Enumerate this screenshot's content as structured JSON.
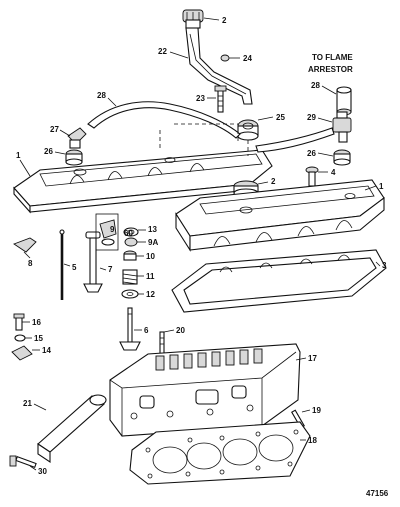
{
  "diagram": {
    "note_label": "TO FLAME ARRESTOR",
    "note_lines": [
      "TO FLAME",
      "ARRESTOR"
    ],
    "figure_number": "47156",
    "callouts": {
      "c1_left": "1",
      "c1_right": "1",
      "c2_top": "2",
      "c2_cap": "2",
      "c3": "3",
      "c4": "4",
      "c5": "5",
      "c6": "6",
      "c7": "7",
      "c8": "8",
      "c9": "9",
      "c9a": "9A",
      "c10": "10",
      "c11": "11",
      "c12": "12",
      "c13": "13",
      "c14": "14",
      "c15": "15",
      "c16": "16",
      "c17": "17",
      "c18": "18",
      "c19": "19",
      "c20": "20",
      "c21": "21",
      "c22": "22",
      "c23": "23",
      "c24": "24",
      "c25": "25",
      "c26_left": "26",
      "c26_right": "26",
      "c27": "27",
      "c28_hose": "28",
      "c28_right": "28",
      "c29": "29",
      "c30": "30"
    }
  }
}
